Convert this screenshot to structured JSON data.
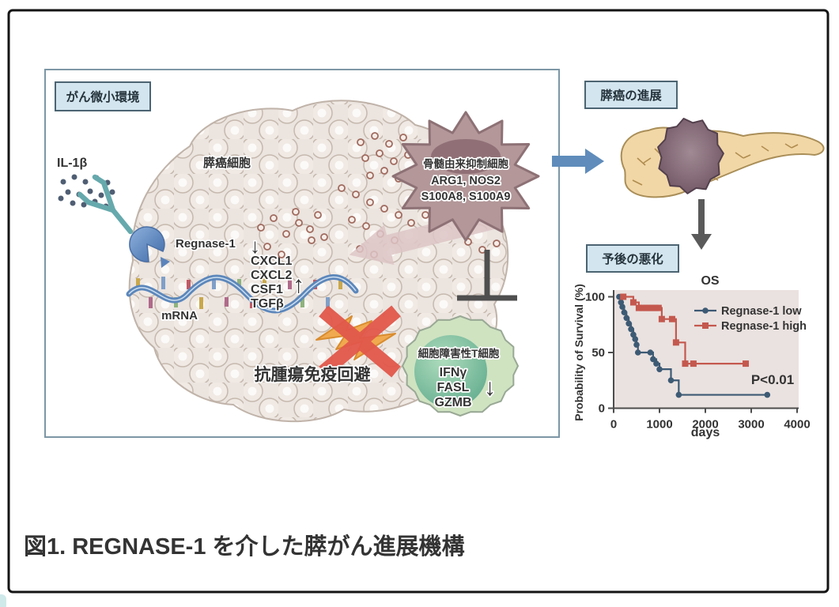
{
  "caption": "図1. REGNASE-1 を介した膵がん進展機構",
  "microenvironment_panel": {
    "title": "がん微小環境",
    "il1b": "IL-1β",
    "cancer_cells": "膵癌細胞",
    "regnase": "Regnase-1",
    "regnase_down_arrow": "↓",
    "mrna": "mRNA",
    "cytokines": {
      "line1": "CXCL1",
      "line2": "CXCL2",
      "line3": "CSF1",
      "line4": "TGFβ",
      "up_arrow": "↑"
    },
    "immune_evasion": "抗腫瘍免疫回避",
    "mdsc": {
      "name": "骨髄由来抑制細胞",
      "genes1": "ARG1, NOS2",
      "genes2": "S100A8, S100A9"
    },
    "ctl": {
      "name": "細胞障害性T細胞",
      "factor1": "IFNγ",
      "factor2": "FASL",
      "factor3": "GZMB",
      "down_arrow": "↓"
    }
  },
  "progression_label": "膵癌の進展",
  "prognosis_label": "予後の悪化",
  "colors": {
    "label_box_fill": "#d3e5ef",
    "label_box_border": "#4c6472",
    "panel_border": "#7d97a6",
    "plot_background": "#eae2e0",
    "series_low": "#3d5a74",
    "series_high": "#c4584e"
  },
  "chart_data": {
    "type": "line",
    "subtype": "kaplan-meier-step",
    "title": "OS",
    "xlabel": "days",
    "ylabel": "Probability of Survival (%)",
    "xlim": [
      0,
      4000
    ],
    "ylim": [
      0,
      100
    ],
    "xticks": [
      0,
      1000,
      2000,
      3000,
      4000
    ],
    "yticks": [
      0,
      50,
      100
    ],
    "grid": false,
    "legend_position": "upper right",
    "annotation": "P<0.01",
    "series": [
      {
        "name": "Regnase-1 low",
        "color": "#3d5a74",
        "marker": "circle",
        "x": [
          120,
          160,
          190,
          230,
          280,
          330,
          380,
          430,
          470,
          500,
          530,
          800,
          860,
          930,
          1000,
          1250,
          1420,
          3350
        ],
        "y": [
          100,
          95,
          91,
          86,
          81,
          76,
          71,
          66,
          62,
          57,
          50,
          50,
          44,
          40,
          35,
          25,
          12,
          12
        ]
      },
      {
        "name": "Regnase-1 high",
        "color": "#c4584e",
        "marker": "square",
        "x": [
          210,
          430,
          550,
          630,
          700,
          770,
          840,
          910,
          980,
          1050,
          1275,
          1360,
          1560,
          1740,
          2880
        ],
        "y": [
          100,
          95,
          90,
          90,
          90,
          90,
          90,
          90,
          90,
          80,
          80,
          59,
          40,
          40,
          40
        ]
      }
    ]
  }
}
